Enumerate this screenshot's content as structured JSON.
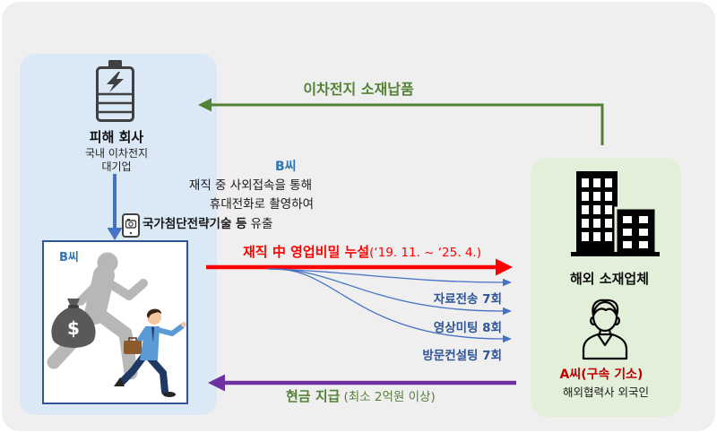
{
  "colors": {
    "background": "#efefef",
    "victim_panel": "#dbe8f5",
    "overseas_panel": "#e2efd9",
    "card_border": "#2f5597",
    "supply_arrow": "#548235",
    "green_text": "#548235",
    "leak_arrow": "#ff0000",
    "payment_arrow": "#7030a0",
    "flow_arrow": "#4472c4",
    "channel_text": "#2f5597",
    "accent_blue": "#2e75b6",
    "accent_red": "#c00000"
  },
  "supply": {
    "label": "이차전지 소재납품"
  },
  "victim": {
    "icon": "battery-icon",
    "title": "피해 회사",
    "desc_line1": "국내 이차전지",
    "desc_line2": "대기업"
  },
  "insider": {
    "name": "B씨",
    "line1": "재직 중 사외접속을 통해",
    "line2": "휴대전화로 촬영하여",
    "line3_bold": "국가첨단전략기술 등",
    "line3_rest": "유출",
    "icon": "phone-camera-icon"
  },
  "insider_card": {
    "label": "B씨",
    "illustration": "running-businessman-with-money-bag",
    "money_symbol": "$"
  },
  "leak": {
    "label_main": "재직 中 영업비밀 누설",
    "period": "(‘19. 11. ~ ‘25. 4.)",
    "channels": [
      "자료전송 7회",
      "영상미팅 8회",
      "방문컨설팅 7회"
    ]
  },
  "overseas": {
    "icon": "building-icon",
    "title": "해외 소재업체",
    "person_icon": "person-icon",
    "person_name": "A씨(구속 기소)",
    "person_desc": "해외협력사 외국인"
  },
  "payment": {
    "label_main": "현금 지급",
    "amount": "(최소 2억원 이상)"
  }
}
